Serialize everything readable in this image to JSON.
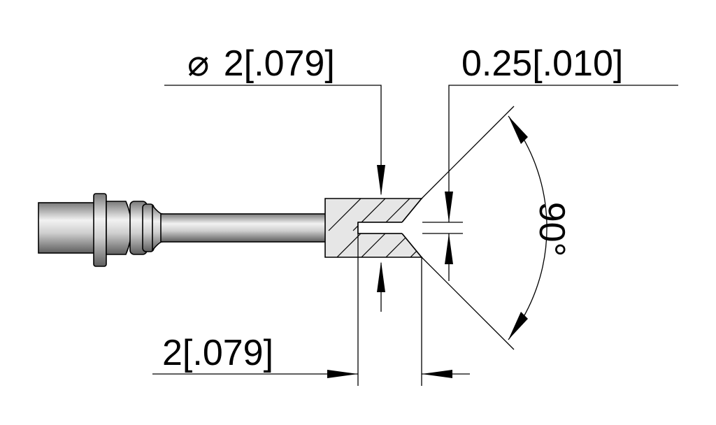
{
  "dimensions": {
    "diameter": {
      "symbol": "⌀",
      "value": "2[.079]"
    },
    "gap": {
      "value": "0.25[.010]"
    },
    "length": {
      "value": "2[.079]"
    },
    "angle": {
      "value": "90°"
    }
  },
  "colors": {
    "line": "#000000",
    "section_fill": "#e4e4e4",
    "metal_dark": "#6f6f6f",
    "metal_light": "#f0f0f0"
  }
}
